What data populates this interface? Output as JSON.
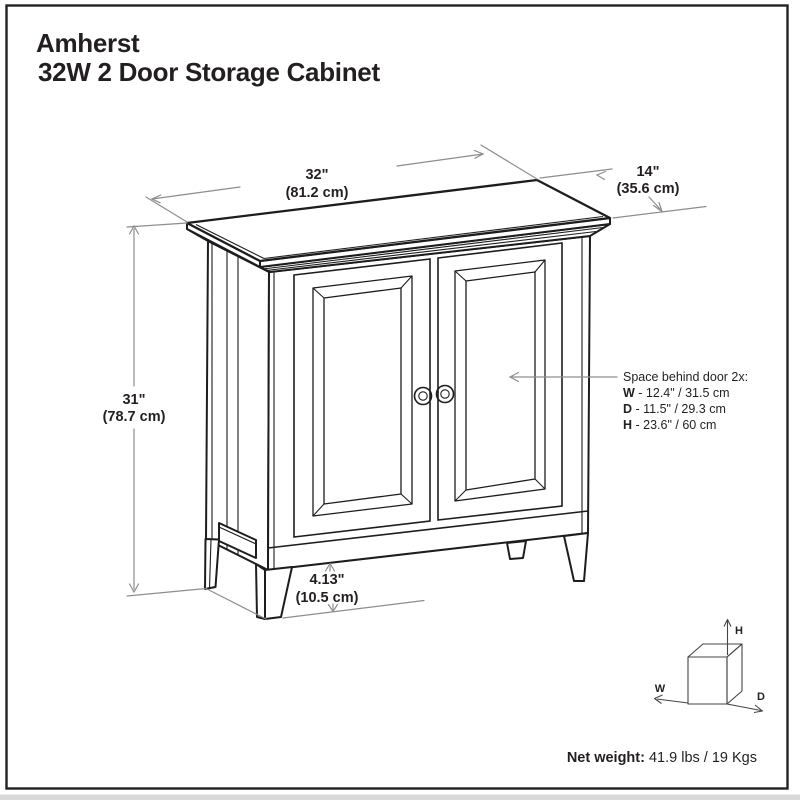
{
  "title": {
    "line1": "Amherst",
    "line2": "32W 2 Door Storage Cabinet"
  },
  "dims": {
    "width": {
      "in": "32\"",
      "cm": "(81.2 cm)"
    },
    "depth": {
      "in": "14\"",
      "cm": "(35.6 cm)"
    },
    "height": {
      "in": "31\"",
      "cm": "(78.7 cm)"
    },
    "leg": {
      "in": "4.13\"",
      "cm": "(10.5 cm)"
    }
  },
  "space": {
    "title": "Space behind door 2x:",
    "lines": [
      {
        "label": "W",
        "rest": " - 12.4\" / 31.5 cm"
      },
      {
        "label": "D",
        "rest": " - 11.5\" / 29.3 cm"
      },
      {
        "label": "H",
        "rest": " - 23.6\" / 60 cm"
      }
    ]
  },
  "weight": {
    "label": "Net weight:",
    "value": " 41.9 lbs / 19 Kgs"
  },
  "cube": {
    "h": "H",
    "w": "W",
    "d": "D"
  },
  "colors": {
    "line": "#1d1d1f",
    "dimension": "#8d8d8d",
    "text": "#231f20",
    "background": "#ffffff"
  }
}
